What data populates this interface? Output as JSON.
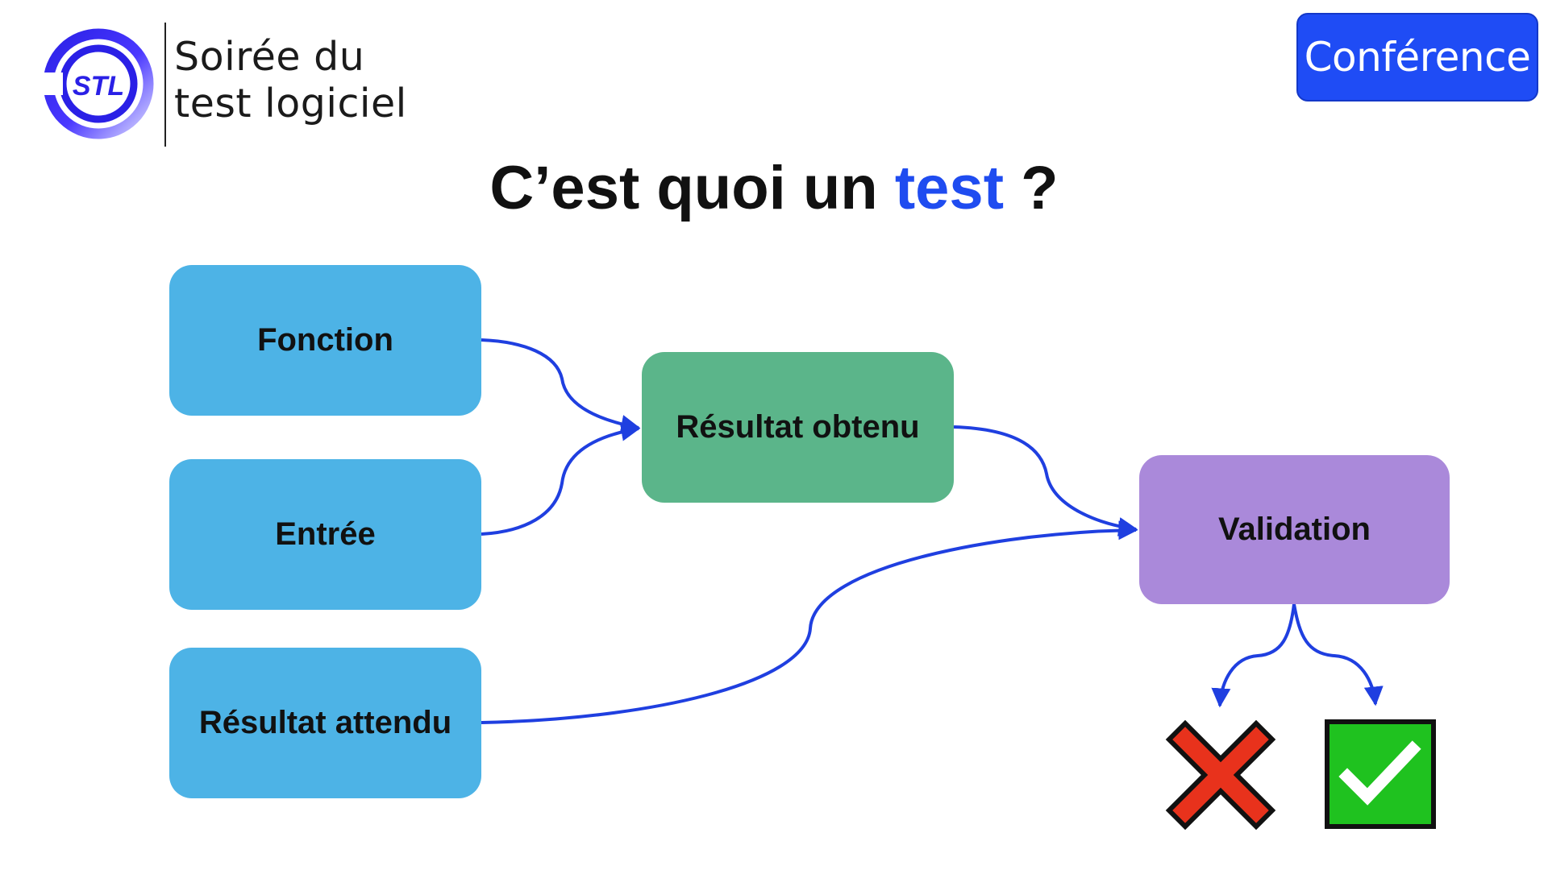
{
  "logo": {
    "letters": "STL",
    "line1": "Soirée du",
    "line2": "test logiciel"
  },
  "badge": {
    "label": "Conférence"
  },
  "title": {
    "prefix": "C’est quoi un ",
    "accent": "test",
    "suffix": " ?"
  },
  "nodes": {
    "fonction": "Fonction",
    "entree": "Entrée",
    "attendu": "Résultat attendu",
    "obtenu": "Résultat obtenu",
    "validation": "Validation"
  },
  "outcomes": [
    "fail-x-icon",
    "pass-check-icon"
  ],
  "colors": {
    "accent": "#1f4cf0",
    "input_node": "#4db3e6",
    "result_node": "#5bb58a",
    "validation_node": "#aa89da",
    "arrow": "#1f3fe0",
    "fail": "#e8321c",
    "pass": "#1fc21f"
  }
}
